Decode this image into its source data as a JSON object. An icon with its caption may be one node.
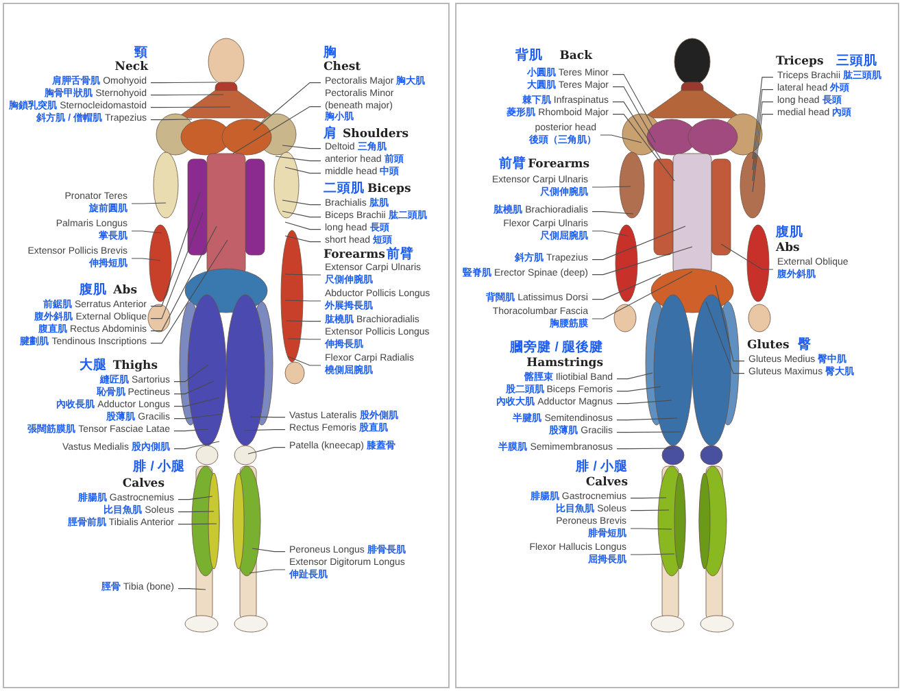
{
  "diagram": {
    "nodes": [
      {
        "text": [
          "肩胛舌骨肌",
          "Omohyoid"
        ]
      },
      {
        "text": [
          "胸骨甲狀肌",
          "Sternohyoid"
        ]
      },
      {
        "text": [
          "胸鎖乳突肌",
          "Sternocleidomastoid"
        ]
      },
      {
        "text": [
          "斜方肌 / 僧帽肌",
          "Trapezius"
        ]
      },
      {
        "text": [
          "Pronator Teres",
          "旋前圓肌"
        ]
      },
      {
        "text": [
          "Palmaris Longus",
          "掌長肌"
        ]
      },
      {
        "text": [
          "Extensor Pollicis Brevis",
          "伸拇短肌"
        ]
      },
      {
        "text": [
          "前鋸肌",
          "Serratus Anterior"
        ]
      },
      {
        "text": [
          "腹外斜肌",
          "External Oblique"
        ]
      },
      {
        "text": [
          "腹直肌",
          "Rectus Abdominis"
        ]
      },
      {
        "text": [
          "腱劃肌",
          "Tendinous Inscriptions"
        ]
      },
      {
        "text": [
          "縫匠肌",
          "Sartorius"
        ]
      },
      {
        "text": [
          "恥骨肌",
          "Pectineus"
        ]
      },
      {
        "text": [
          "內收長肌",
          "Adductor Longus"
        ]
      },
      {
        "text": [
          "股薄肌",
          "Gracilis"
        ]
      },
      {
        "text": [
          "張闊筋膜肌",
          "Tensor Fasciae Latae"
        ]
      },
      {
        "text": [
          "Vastus Medialis",
          "股內側肌"
        ]
      },
      {
        "text": [
          "腓腸肌",
          "Gastrocnemius"
        ]
      },
      {
        "text": [
          "比目魚肌",
          "Soleus"
        ]
      },
      {
        "text": [
          "脛骨前肌",
          "Tibialis Anterior"
        ]
      },
      {
        "text": [
          "脛骨",
          "Tibia (bone)"
        ]
      },
      {
        "text": [
          "Pectoralis Major",
          "胸大肌"
        ]
      },
      {
        "text": [
          "Pectoralis Minor (beneath major)",
          "胸小肌"
        ]
      },
      {
        "text": [
          "Deltoid",
          "三角肌"
        ]
      },
      {
        "text": [
          "anterior head",
          "前頭"
        ]
      },
      {
        "text": [
          "middle head",
          "中頭"
        ]
      },
      {
        "text": [
          "Brachialis",
          "肱肌"
        ]
      },
      {
        "text": [
          "Biceps Brachii",
          "肱二頭肌"
        ]
      },
      {
        "text": [
          "long head",
          "長頭"
        ]
      },
      {
        "text": [
          "short head",
          "短頭"
        ]
      },
      {
        "text": [
          "Extensor Carpi Ulnaris",
          "尺側伸腕肌"
        ]
      },
      {
        "text": [
          "Abductor Pollicis Longus",
          "外展拇長肌"
        ]
      },
      {
        "text": [
          "肱橈肌",
          "Brachioradialis"
        ]
      },
      {
        "text": [
          "Extensor Pollicis Longus",
          "伸拇長肌"
        ]
      },
      {
        "text": [
          "Flexor Carpi Radialis",
          "橈側屈腕肌"
        ]
      },
      {
        "text": [
          "Vastus Lateralis",
          "股外側肌"
        ]
      },
      {
        "text": [
          "Rectus Femoris",
          "股直肌"
        ]
      },
      {
        "text": [
          "Patella (kneecap)",
          "膝蓋骨"
        ]
      },
      {
        "text": [
          "Peroneus Longus",
          "腓骨長肌"
        ]
      },
      {
        "text": [
          "Extensor Digitorum Longus",
          "伸趾長肌"
        ]
      },
      {
        "text": [
          "小圓肌",
          "Teres Minor"
        ]
      },
      {
        "text": [
          "大圓肌",
          "Teres Major"
        ]
      },
      {
        "text": [
          "棘下肌",
          "Infraspinatus"
        ]
      },
      {
        "text": [
          "菱形肌",
          "Rhomboid Major"
        ]
      },
      {
        "text": [
          "posterior head",
          "後頭（三角肌）"
        ]
      },
      {
        "text": [
          "Extensor Carpi Ulnaris",
          "尺側伸腕肌"
        ]
      },
      {
        "text": [
          "肱橈肌",
          "Brachioradialis"
        ]
      },
      {
        "text": [
          "Flexor Carpi Ulnaris",
          "尺側屈腕肌"
        ]
      },
      {
        "text": [
          "斜方肌",
          "Trapezius"
        ]
      },
      {
        "text": [
          "豎脊肌",
          "Erector Spinae (deep)"
        ]
      },
      {
        "text": [
          "背闊肌",
          "Latissimus Dorsi"
        ]
      },
      {
        "text": [
          "Thoracolumbar Fascia",
          "胸腰筋膜"
        ]
      },
      {
        "text": [
          "髂脛束",
          "Iliotibial Band"
        ]
      },
      {
        "text": [
          "股二頭肌",
          "Biceps Femoris"
        ]
      },
      {
        "text": [
          "內收大肌",
          "Adductor Magnus"
        ]
      },
      {
        "text": [
          "半腱肌",
          "Semitendinosus"
        ]
      },
      {
        "text": [
          "股薄肌",
          "Gracilis"
        ]
      },
      {
        "text": [
          "半膜肌",
          "Semimembranosus"
        ]
      },
      {
        "text": [
          "腓腸肌",
          "Gastrocnemius"
        ]
      },
      {
        "text": [
          "比目魚肌",
          "Soleus"
        ]
      },
      {
        "text": [
          "Peroneus Brevis",
          "腓骨短肌"
        ]
      },
      {
        "text": [
          "Flexor Hallucis Longus",
          "屈拇長肌"
        ]
      },
      {
        "text": [
          "Triceps Brachii",
          "肱三頭肌"
        ]
      },
      {
        "text": [
          "lateral head",
          "外頭"
        ]
      },
      {
        "text": [
          "long head",
          "長頭"
        ]
      },
      {
        "text": [
          "medial head",
          "內頭"
        ]
      },
      {
        "text": [
          "External Oblique",
          "腹外斜肌"
        ]
      },
      {
        "text": [
          "Gluteus Medius",
          "臀中肌"
        ]
      },
      {
        "text": [
          "Gluteus Maximus",
          "臀大肌"
        ]
      }
    ],
    "edges": [
      {
        "from": 0,
        "to": null,
        "arrow": "none"
      },
      {
        "from": 1,
        "to": null,
        "arrow": "none"
      },
      {
        "from": 2,
        "to": null,
        "arrow": "none"
      },
      {
        "from": 3,
        "to": null,
        "arrow": "none"
      },
      {
        "from": 4,
        "to": null,
        "arrow": "none"
      },
      {
        "from": 5,
        "to": null,
        "arrow": "none"
      },
      {
        "from": 6,
        "to": null,
        "arrow": "none"
      },
      {
        "from": 7,
        "to": null,
        "arrow": "none"
      },
      {
        "from": 8,
        "to": null,
        "arrow": "none"
      },
      {
        "from": 9,
        "to": null,
        "arrow": "none"
      },
      {
        "from": 10,
        "to": null,
        "arrow": "none"
      },
      {
        "from": 11,
        "to": null,
        "arrow": "none"
      },
      {
        "from": 12,
        "to": null,
        "arrow": "none"
      },
      {
        "from": 13,
        "to": null,
        "arrow": "none"
      },
      {
        "from": 14,
        "to": null,
        "arrow": "none"
      },
      {
        "from": 15,
        "to": null,
        "arrow": "none"
      },
      {
        "from": 16,
        "to": null,
        "arrow": "none"
      },
      {
        "from": 17,
        "to": null,
        "arrow": "none"
      },
      {
        "from": 18,
        "to": null,
        "arrow": "none"
      },
      {
        "from": 19,
        "to": null,
        "arrow": "none"
      },
      {
        "from": 20,
        "to": null,
        "arrow": "none"
      },
      {
        "from": 21,
        "to": null,
        "arrow": "none"
      },
      {
        "from": 22,
        "to": null,
        "arrow": "none"
      },
      {
        "from": 23,
        "to": null,
        "arrow": "none"
      },
      {
        "from": 24,
        "to": null,
        "arrow": "none"
      },
      {
        "from": 25,
        "to": null,
        "arrow": "none"
      },
      {
        "from": 26,
        "to": null,
        "arrow": "none"
      },
      {
        "from": 27,
        "to": null,
        "arrow": "none"
      },
      {
        "from": 28,
        "to": null,
        "arrow": "none"
      },
      {
        "from": 29,
        "to": null,
        "arrow": "none"
      },
      {
        "from": 30,
        "to": null,
        "arrow": "none"
      },
      {
        "from": 31,
        "to": null,
        "arrow": "none"
      },
      {
        "from": 32,
        "to": null,
        "arrow": "none"
      },
      {
        "from": 33,
        "to": null,
        "arrow": "none"
      },
      {
        "from": 34,
        "to": null,
        "arrow": "none"
      },
      {
        "from": 35,
        "to": null,
        "arrow": "none"
      },
      {
        "from": 36,
        "to": null,
        "arrow": "none"
      },
      {
        "from": 37,
        "to": null,
        "arrow": "none"
      },
      {
        "from": 38,
        "to": null,
        "arrow": "none"
      },
      {
        "from": 39,
        "to": null,
        "arrow": "none"
      },
      {
        "from": 40,
        "to": null,
        "arrow": "none"
      },
      {
        "from": 41,
        "to": null,
        "arrow": "none"
      },
      {
        "from": 42,
        "to": null,
        "arrow": "none"
      },
      {
        "from": 43,
        "to": null,
        "arrow": "none"
      },
      {
        "from": 44,
        "to": null,
        "arrow": "none"
      },
      {
        "from": 45,
        "to": null,
        "arrow": "none"
      },
      {
        "from": 46,
        "to": null,
        "arrow": "none"
      },
      {
        "from": 47,
        "to": null,
        "arrow": "none"
      },
      {
        "from": 48,
        "to": null,
        "arrow": "none"
      },
      {
        "from": 49,
        "to": null,
        "arrow": "none"
      },
      {
        "from": 50,
        "to": null,
        "arrow": "none"
      },
      {
        "from": 51,
        "to": null,
        "arrow": "none"
      },
      {
        "from": 52,
        "to": null,
        "arrow": "none"
      },
      {
        "from": 53,
        "to": null,
        "arrow": "none"
      },
      {
        "from": 54,
        "to": null,
        "arrow": "none"
      },
      {
        "from": 55,
        "to": null,
        "arrow": "none"
      },
      {
        "from": 56,
        "to": null,
        "arrow": "none"
      },
      {
        "from": 57,
        "to": null,
        "arrow": "none"
      },
      {
        "from": 58,
        "to": null,
        "arrow": "none"
      },
      {
        "from": 59,
        "to": null,
        "arrow": "none"
      },
      {
        "from": 60,
        "to": null,
        "arrow": "none"
      },
      {
        "from": 61,
        "to": null,
        "arrow": "none"
      },
      {
        "from": 62,
        "to": null,
        "arrow": "none"
      },
      {
        "from": 63,
        "to": null,
        "arrow": "none"
      },
      {
        "from": 64,
        "to": null,
        "arrow": "none"
      },
      {
        "from": 65,
        "to": null,
        "arrow": "none"
      },
      {
        "from": 66,
        "to": null,
        "arrow": "none"
      },
      {
        "from": 67,
        "to": null,
        "arrow": "none"
      },
      {
        "from": 68,
        "to": null,
        "arrow": "none"
      }
    ],
    "labels": [
      "頸",
      "Neck",
      "胸",
      "Chest",
      "肩",
      "Shoulders",
      "二頭肌",
      "Biceps",
      "Forearms",
      "前臂",
      "腹肌",
      "Abs",
      "大腿",
      "Thighs",
      "腓 / 小腿",
      "Calves",
      "背肌",
      "Back",
      "Triceps",
      "三頭肌",
      "前臂",
      "Forearms",
      "腹肌",
      "Abs",
      "膕旁腱 / 腿後腱",
      "Glutes",
      "臀",
      "Hamstrings",
      "腓 / 小腿",
      "Calves"
    ]
  }
}
